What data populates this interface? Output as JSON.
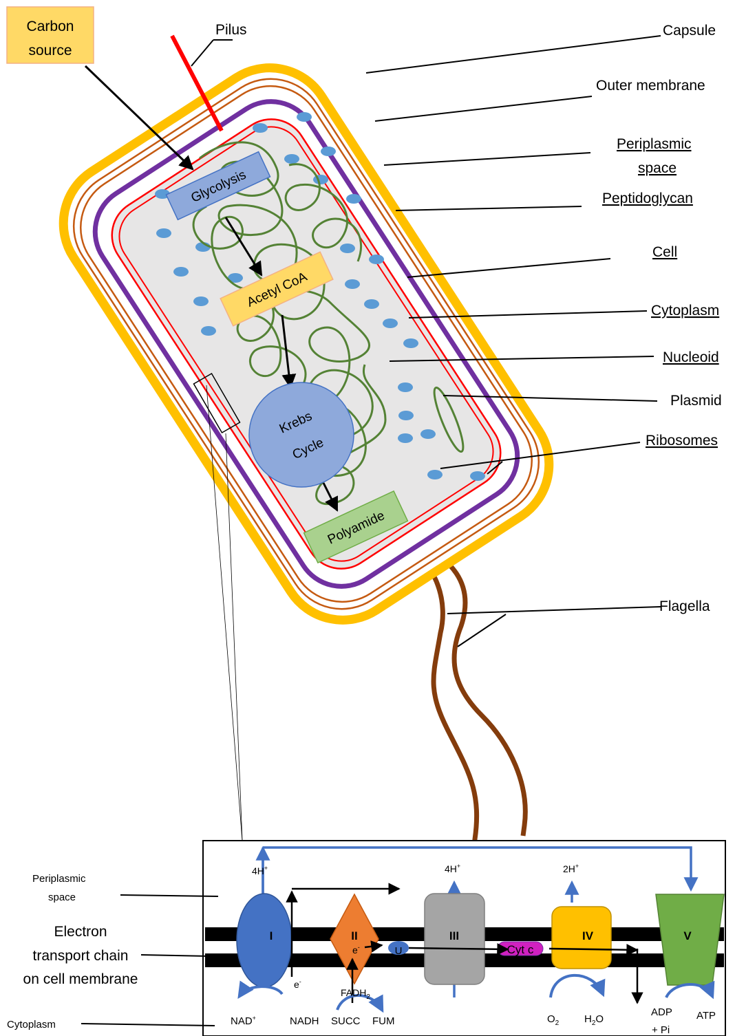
{
  "labels": {
    "carbon_source_l1": "Carbon",
    "carbon_source_l2": "source",
    "pilus": "Pilus",
    "capsule": "Capsule",
    "outer_membrane": "Outer membrane",
    "periplasmic_l1": "Periplasmic",
    "periplasmic_l2": "space",
    "peptidoglycan": "Peptidoglycan",
    "cell": "Cell",
    "cytoplasm": "Cytoplasm",
    "nucleoid": "Nucleoid",
    "plasmid": "Plasmid",
    "ribosomes": "Ribosomes",
    "flagella": "Flagella"
  },
  "pathway": {
    "glycolysis": "Glycolysis",
    "acetyl_coa": "Acetyl CoA",
    "krebs_l1": "Krebs",
    "krebs_l2": "Cycle",
    "polyamide": "Polyamide"
  },
  "etc": {
    "periplasmic_l1": "Periplasmic",
    "periplasmic_l2": "space",
    "title_l1": "Electron",
    "title_l2": "transport chain",
    "title_l3": "on cell membrane",
    "cytoplasm": "Cytoplasm",
    "complex_I": "I",
    "complex_II": "II",
    "complex_III": "III",
    "complex_IV": "IV",
    "complex_V": "V",
    "ubiquinone": "U",
    "cyt_c": "Cyt c",
    "h_I": "4H",
    "h_III": "4H",
    "h_IV": "2H",
    "h_sup": "+",
    "e_I": "e",
    "e_II": "e",
    "e_sup": "-",
    "fadh2": "FADH",
    "fadh2_sub": "2",
    "nad": "NAD",
    "nad_sup": "+",
    "nadh": "NADH",
    "succ": "SUCC",
    "fum": "FUM",
    "o2": "O",
    "o2_sub": "2",
    "h2o_h": "H",
    "h2o_sub": "2",
    "h2o_o": "O",
    "adp": "ADP",
    "pi": "+ Pi",
    "atp": "ATP"
  },
  "colors": {
    "capsule": "#FFC000",
    "outer_membrane": "#C55A11",
    "peptidoglycan": "#7030A0",
    "cell_membrane": "#FF0000",
    "cytoplasm_fill": "#E7E6E6",
    "nucleoid": "#548235",
    "ribosome": "#5B9BD5",
    "pilus": "#FF0000",
    "flagella": "#843C0C",
    "complex_I": "#4472C4",
    "complex_II": "#ED7D31",
    "complex_III": "#A5A5A5",
    "complex_IV": "#FFC000",
    "complex_V": "#70AD47",
    "cyt_c": "#D020C0",
    "proton_arrow": "#4472C4"
  }
}
